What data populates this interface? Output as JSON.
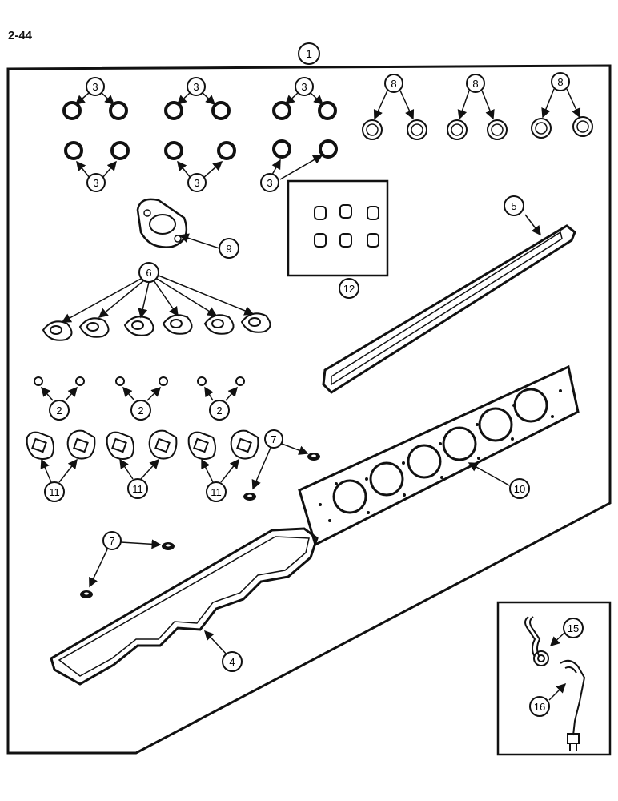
{
  "page_number": "2-44",
  "callouts": {
    "c1": "1",
    "c2": "2",
    "c3": "3",
    "c4": "4",
    "c5": "5",
    "c6": "6",
    "c7": "7",
    "c8": "8",
    "c9": "9",
    "c10": "10",
    "c11": "11",
    "c12": "12",
    "c15": "15",
    "c16": "16"
  },
  "colors": {
    "ink": "#111111",
    "paper": "#ffffff"
  }
}
